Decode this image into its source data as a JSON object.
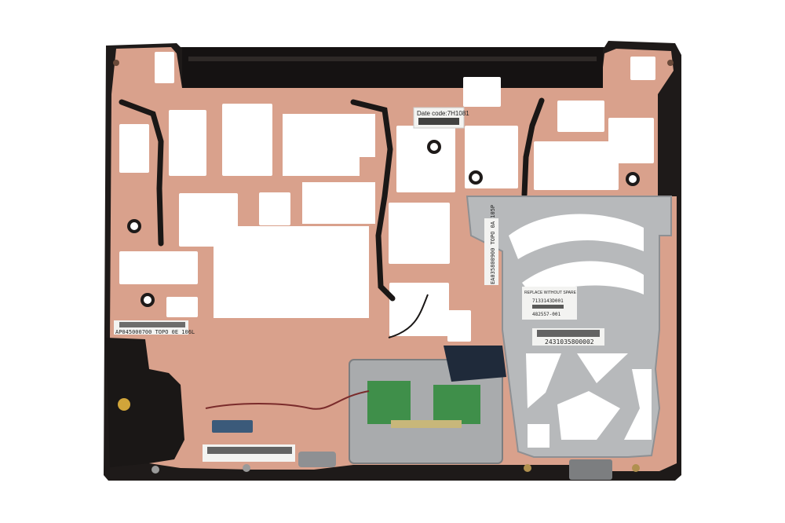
{
  "colors": {
    "background": "#ffffff",
    "frame": "#1e1a19",
    "plastic": "#d9a18c",
    "plastic_dark": "#c2876f",
    "metal": "#b7b9bb",
    "metal_dark": "#8e9093",
    "pcb": "#3f8f4a",
    "label": "#f3f3f1",
    "hole": "#ffffff"
  },
  "labels": {
    "date_code": "Date code:7H1081",
    "serial_left": "AP045000700 TOPO 0E 106L",
    "serial_bracket": "2431035800002",
    "serial_bracket_vertical": "EA035800900 TOPO 0A 105P",
    "sticker_small_1": "7133143D001",
    "sticker_small_2": "482557-001",
    "sticker_small_top": "REPLACE WITHOUT SPARE"
  }
}
